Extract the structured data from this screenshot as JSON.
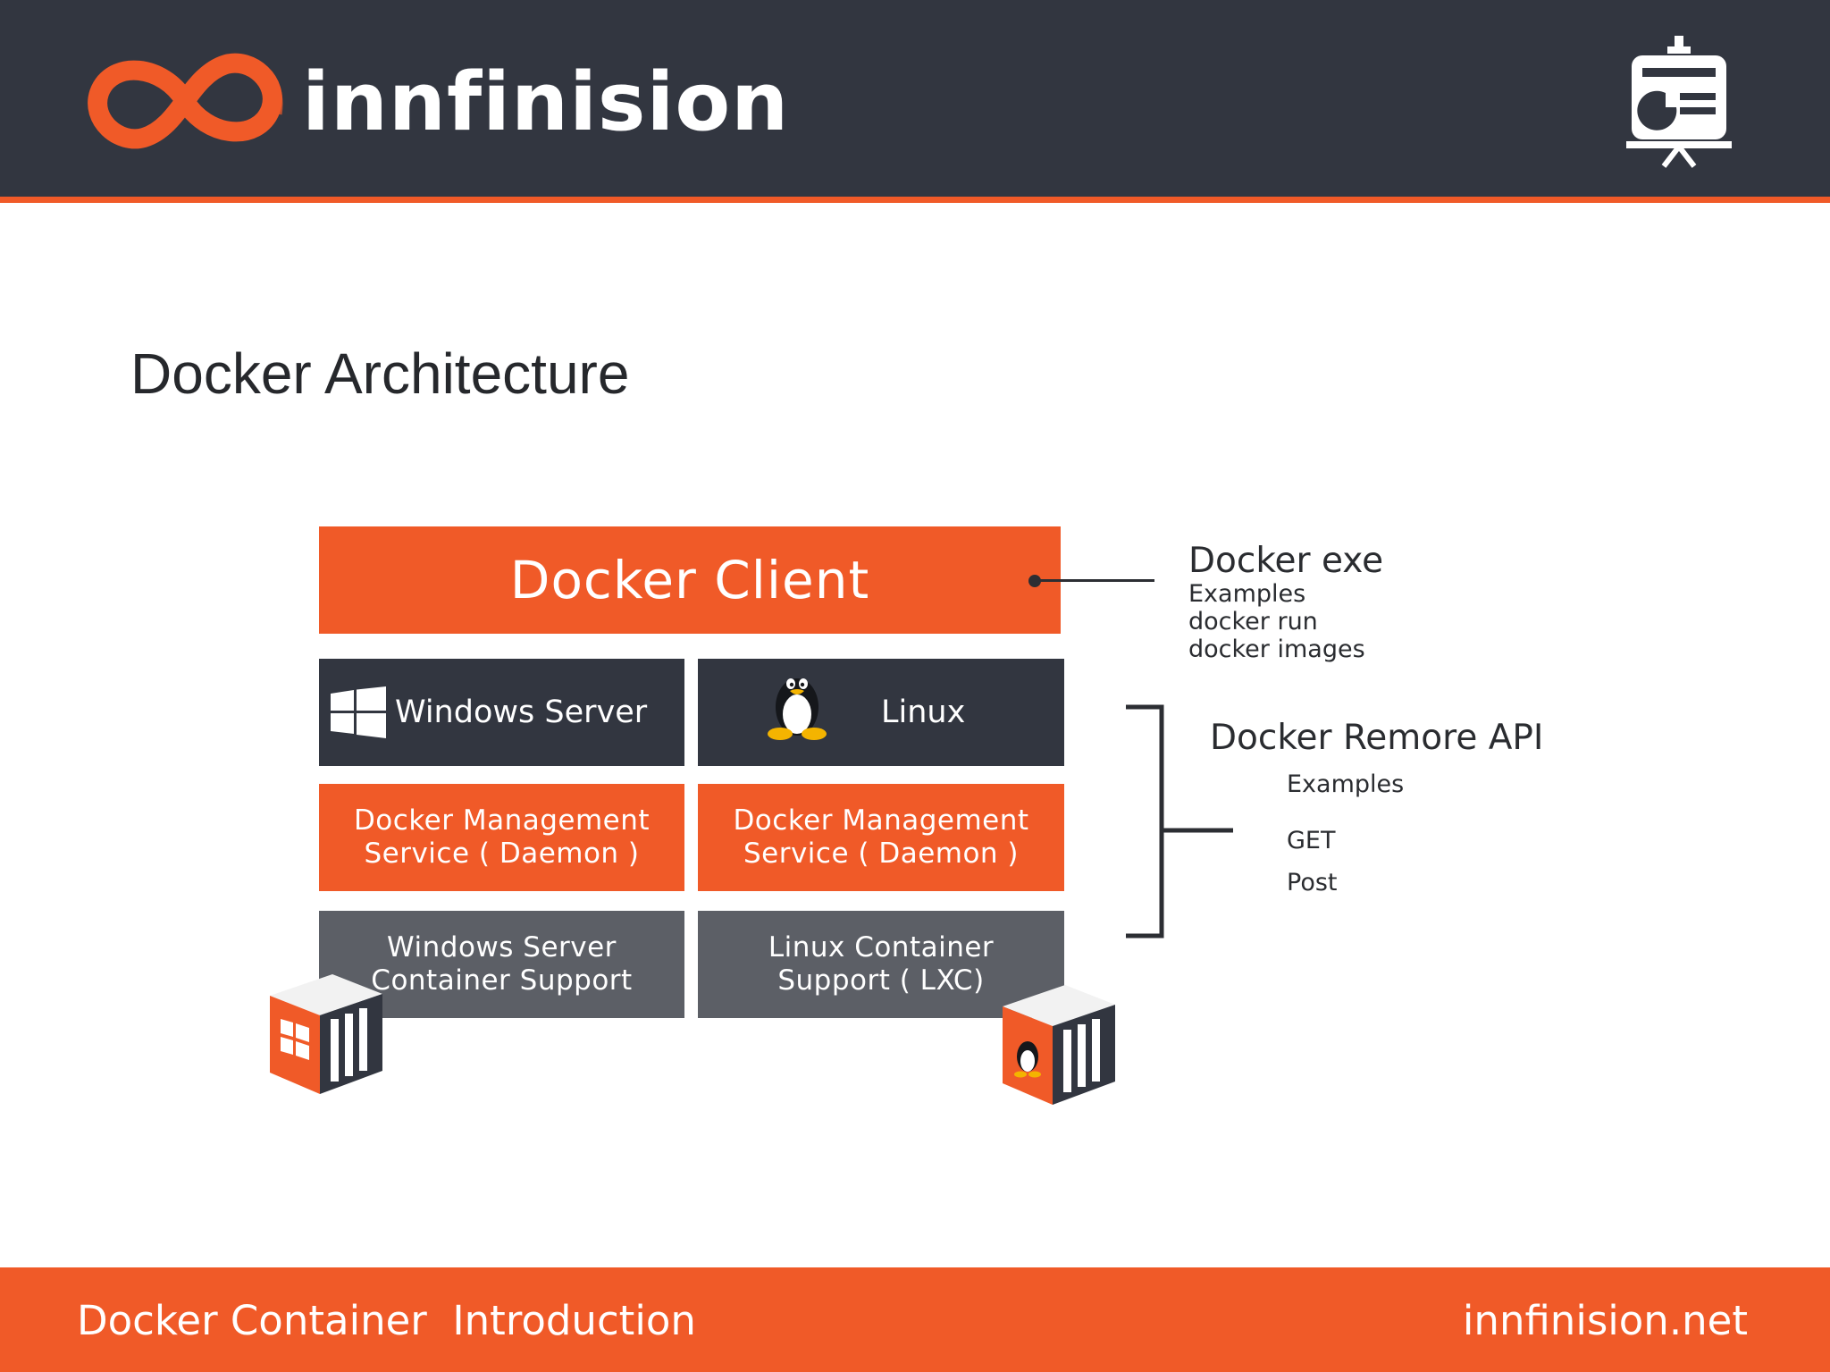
{
  "header": {
    "brand_name": "innfinision",
    "logo_icon": "infinity-logo-icon",
    "presentation_icon": "presentation-board-icon"
  },
  "colors": {
    "accent": "#f05a28",
    "header_bg": "#323640",
    "block_grey": "#5c5f66",
    "text_dark": "#26282c"
  },
  "slide": {
    "title": "Docker Architecture"
  },
  "diagram": {
    "client": "Docker Client",
    "os": [
      {
        "label": "Windows Server",
        "icon": "windows-logo-icon"
      },
      {
        "label": "Linux",
        "icon": "tux-penguin-icon"
      }
    ],
    "daemon": [
      {
        "line1": "Docker Management",
        "line2": "Service ( Daemon )"
      },
      {
        "line1": "Docker Management",
        "line2": "Service ( Daemon )"
      }
    ],
    "container_support": [
      {
        "line1": "Windows Server",
        "line2": "Container Support",
        "icon": "windows-container-box-icon"
      },
      {
        "line1": "Linux Container",
        "line2": "Support ( LXC)",
        "icon": "linux-container-box-icon"
      }
    ],
    "docker_exe": {
      "title": "Docker exe",
      "examples_label": "Examples",
      "items": [
        "docker run",
        "docker images"
      ]
    },
    "remote_api": {
      "title": "Docker Remore API",
      "examples_label": "Examples",
      "items": [
        "GET",
        "Post"
      ]
    }
  },
  "footer": {
    "title": "Docker Container  Introduction",
    "url": "innfinision.net"
  }
}
